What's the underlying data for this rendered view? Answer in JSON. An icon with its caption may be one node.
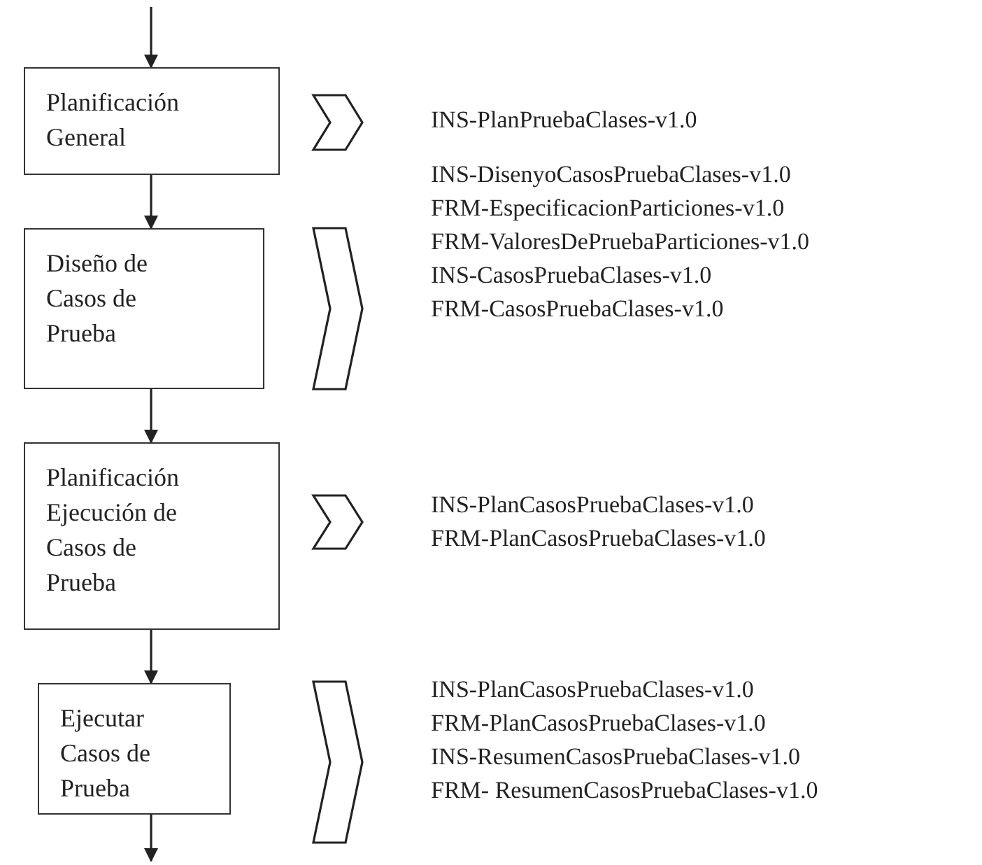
{
  "diagram": {
    "nodes": [
      {
        "text": [
          "Planificación General"
        ]
      },
      {
        "text": [
          "Diseño de Casos de Prueba"
        ]
      },
      {
        "text": [
          "Planificación Ejecución de Casos de Prueba"
        ]
      },
      {
        "text": [
          "Ejecutar Casos de Prueba"
        ]
      }
    ],
    "edges": [
      {
        "from": null,
        "to": 0,
        "arrow": "to"
      },
      {
        "from": 0,
        "to": 1,
        "arrow": "to"
      },
      {
        "from": 1,
        "to": 2,
        "arrow": "to"
      },
      {
        "from": 2,
        "to": 3,
        "arrow": "to"
      },
      {
        "from": 3,
        "to": null,
        "arrow": "to"
      }
    ],
    "labels": [
      "INS-PlanPruebaClases-v1.0",
      "INS-DisenyoCasosPruebaClases-v1.0",
      "FRM-EspecificacionParticiones-v1.0",
      "FRM-ValoresDePruebaParticiones-v1.0",
      "INS-CasosPruebaClases-v1.0",
      "FRM-CasosPruebaClases-v1.0",
      "INS-PlanCasosPruebaClases-v1.0",
      "FRM-PlanCasosPruebaClases-v1.0",
      "INS-PlanCasosPruebaClases-v1.0",
      "FRM-PlanCasosPruebaClases-v1.0",
      "INS-ResumenCasosPruebaClases-v1.0",
      "FRM- ResumenCasosPruebaClases-v1.0"
    ]
  }
}
